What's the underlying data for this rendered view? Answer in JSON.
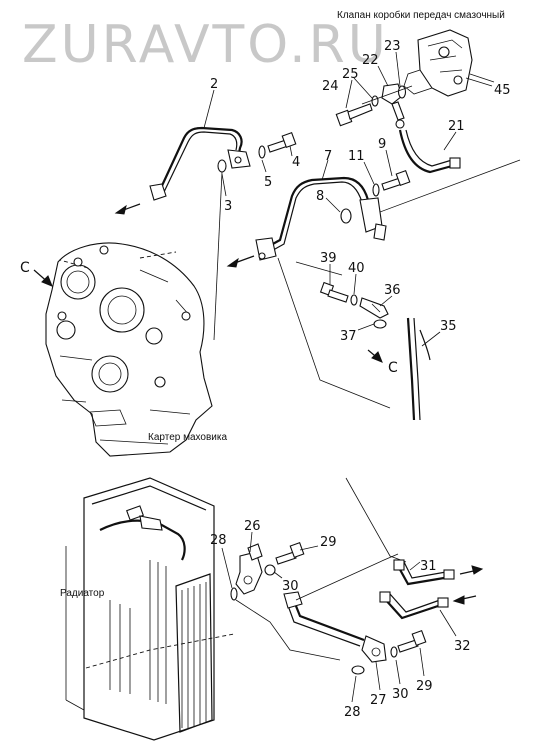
{
  "watermark": "ZURAVTO.RU",
  "captions": {
    "valve": "Клапан коробки передач смазочный",
    "flywheel": "Картер маховика",
    "radiator": "Радиатор"
  },
  "part_numbers": {
    "p2": "2",
    "p3": "3",
    "p4": "4",
    "p5": "5",
    "p7": "7",
    "p8": "8",
    "p9": "9",
    "p11": "11",
    "p21": "21",
    "p22": "22",
    "p23": "23",
    "p24": "24",
    "p25": "25",
    "p45": "45",
    "p39": "39",
    "p40": "40",
    "p36": "36",
    "p37": "37",
    "p35": "35",
    "p26": "26",
    "p28a": "28",
    "p29a": "29",
    "p30a": "30",
    "p31": "31",
    "p32": "32",
    "p27": "27",
    "p28b": "28",
    "p29b": "29",
    "p30b": "30"
  },
  "view_marks": {
    "c_left": "C",
    "c_right": "C"
  },
  "icons": [
    "arrow-left-icon",
    "arrow-right-icon",
    "view-arrow-icon"
  ]
}
